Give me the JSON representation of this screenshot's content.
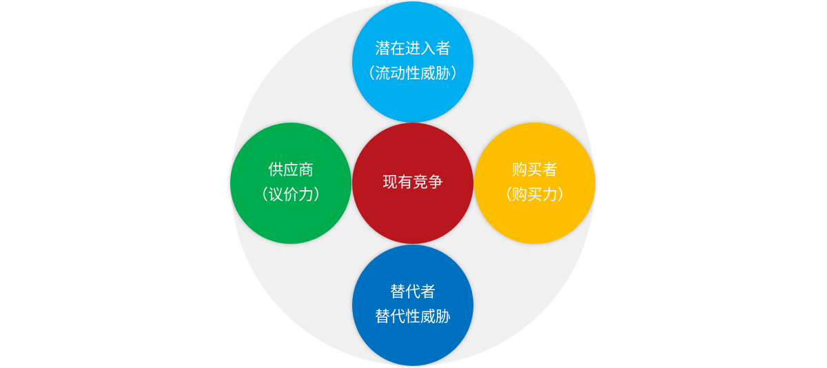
{
  "circles": {
    "top": {
      "lines": [
        "潜在进入者",
        "（流动性威胁）"
      ],
      "color": "#00AEEF"
    },
    "left": {
      "lines": [
        "供应商",
        "（议价力）"
      ],
      "color": "#00AC4E"
    },
    "center": {
      "lines": [
        "现有竞争"
      ],
      "color": "#B8171F"
    },
    "right": {
      "lines": [
        "购买者",
        "（购买力）"
      ],
      "color": "#FDBE00"
    },
    "bottom": {
      "lines": [
        "替代者",
        "替代性威胁"
      ],
      "color": "#0070C0"
    }
  },
  "background_color": "#F0F0F0"
}
